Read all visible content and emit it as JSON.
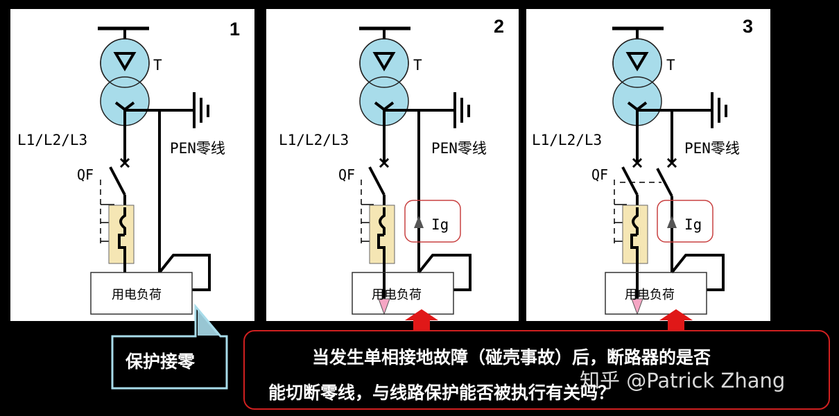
{
  "panels": [
    {
      "number": "1",
      "transformer_label": "T",
      "phase_label": "L1/L2/L3",
      "neutral_label": "PEN零线",
      "breaker_label": "QF",
      "load_label": "用电负荷"
    },
    {
      "number": "2",
      "transformer_label": "T",
      "phase_label": "L1/L2/L3",
      "neutral_label": "PEN零线",
      "breaker_label": "QF",
      "load_label": "用电负荷",
      "current_label": "Ig"
    },
    {
      "number": "3",
      "transformer_label": "T",
      "phase_label": "L1/L2/L3",
      "neutral_label": "PEN零线",
      "breaker_label": "QF",
      "load_label": "用电负荷",
      "current_label": "Ig"
    }
  ],
  "callout": {
    "text": "保护接零"
  },
  "question": {
    "line1": "当发生单相接地故障（碰壳事故）后，断路器的是否",
    "line2": "能切断零线，与线路保护能否被执行有关吗？"
  },
  "watermark": "知乎 @Patrick Zhang",
  "colors": {
    "transformer": "#a8dcea",
    "breaker_box": "#f5e6b4",
    "fault_arrow": "#f5a6c4",
    "alert_red": "#e01818",
    "callout_border": "#a8dcea"
  }
}
